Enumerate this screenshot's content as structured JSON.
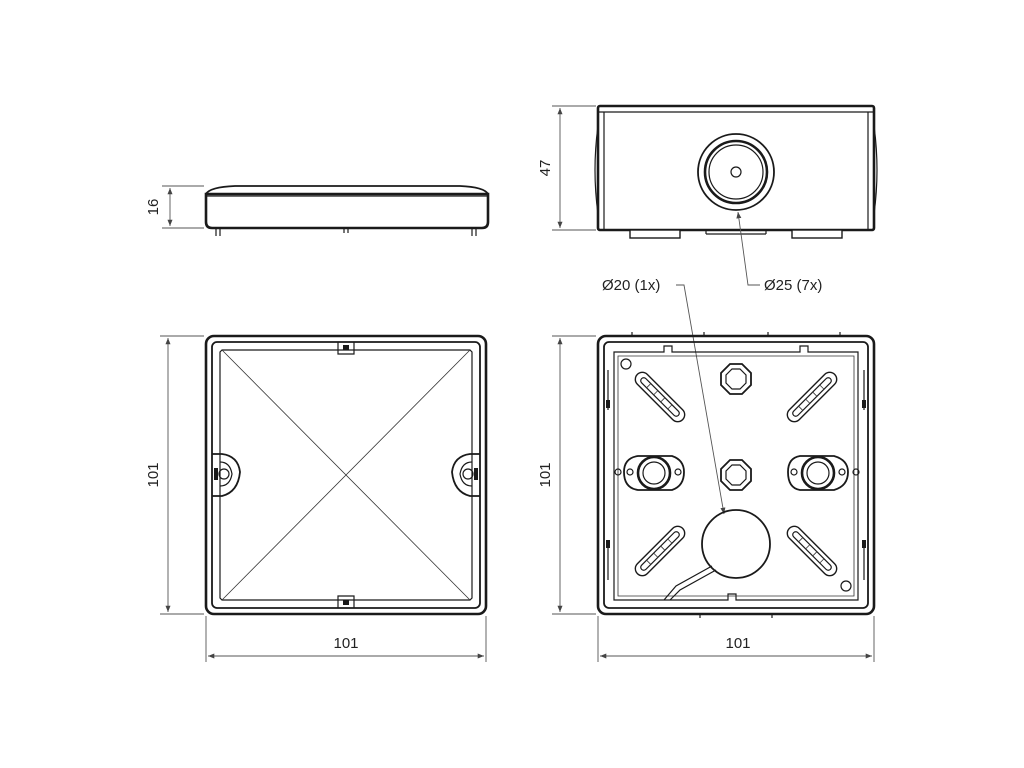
{
  "dimensions": {
    "lid_height": "16",
    "box_height": "47",
    "lid_side": "101",
    "lid_width": "101",
    "box_side": "101",
    "box_width": "101"
  },
  "callouts": {
    "hole_20": "Ø20 (1x)",
    "hole_25": "Ø25 (7x)"
  },
  "colors": {
    "line": "#1a1a1a",
    "dimension": "#555555",
    "background": "#ffffff"
  }
}
